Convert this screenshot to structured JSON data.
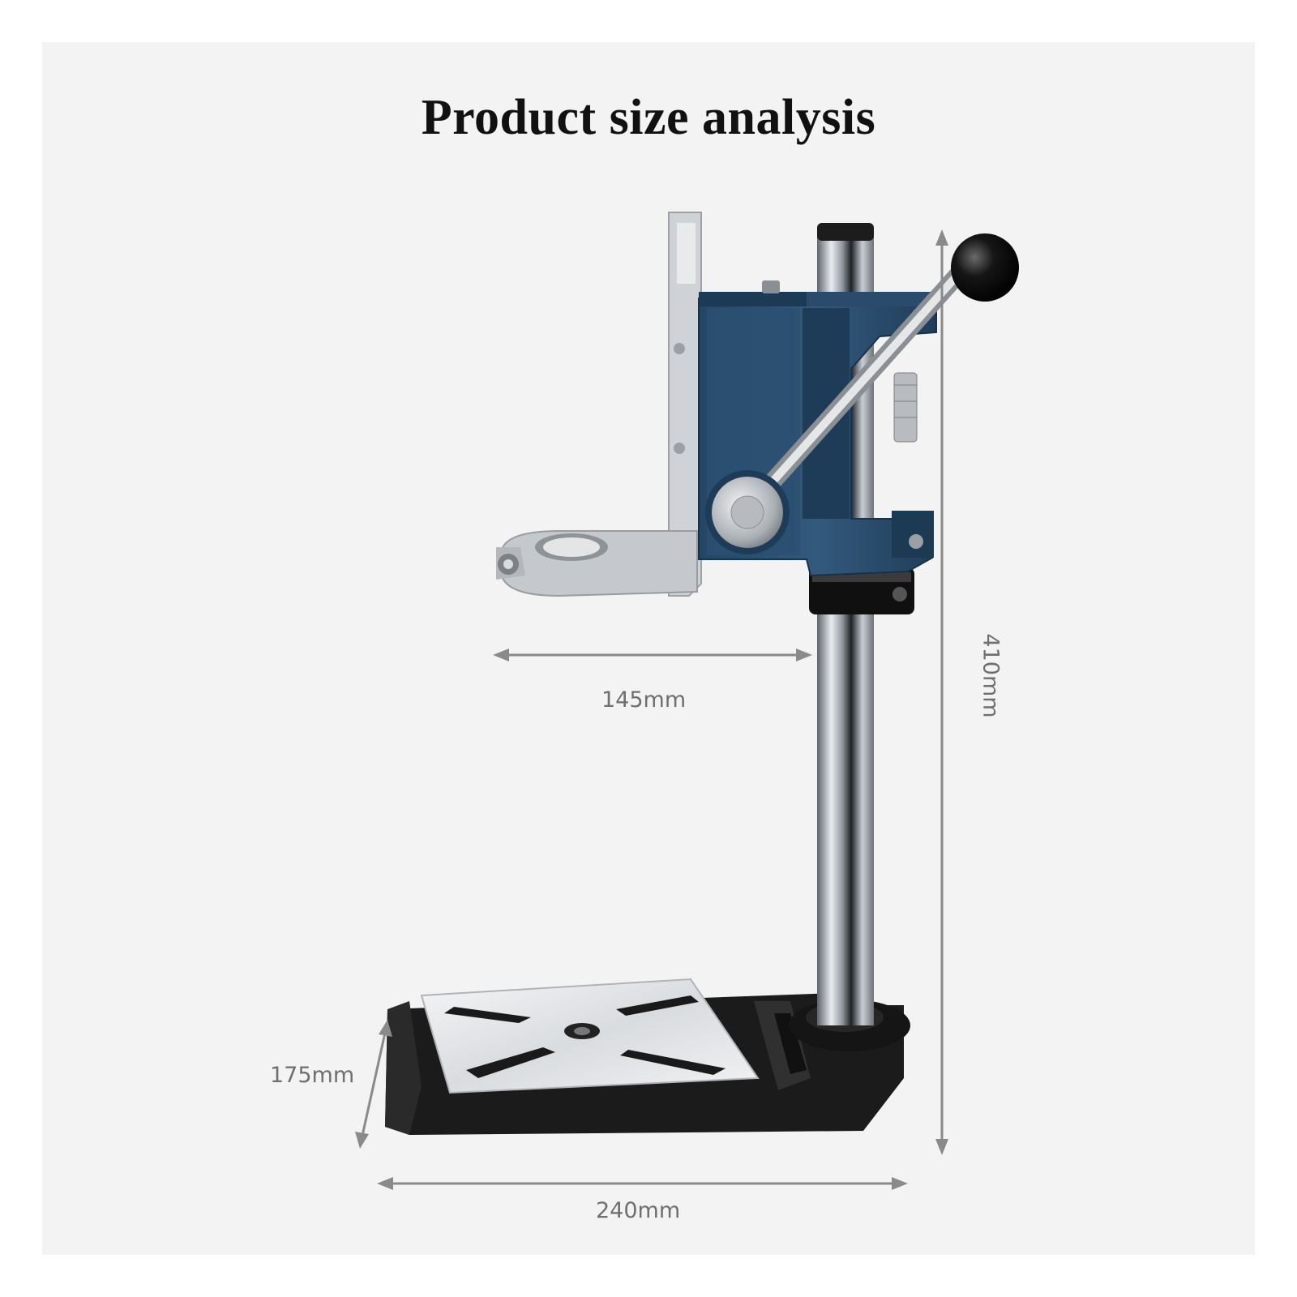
{
  "title": "Product size analysis",
  "dimensions": {
    "arm_reach": "145mm",
    "height": "410mm",
    "base_depth": "175mm",
    "base_width": "240mm"
  },
  "colors": {
    "background_panel": "#f3f3f3",
    "bracket_blue": "#2f5575",
    "column_steel": "#b9bec4",
    "base_black": "#1b1b1b",
    "plate_silver": "#e4e6e8",
    "dimension_line": "#8a8a8a"
  }
}
